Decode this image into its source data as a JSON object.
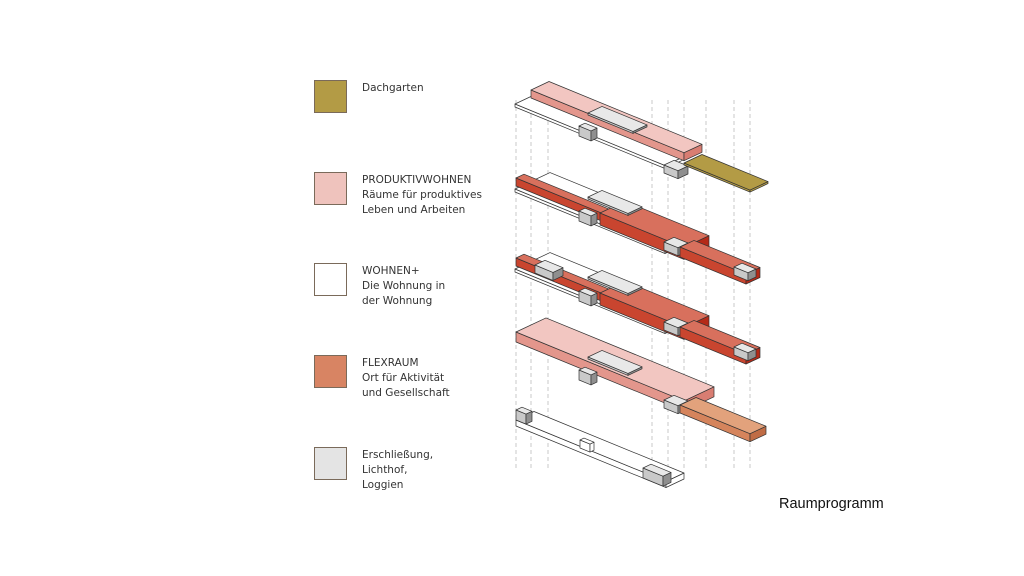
{
  "legend": [
    {
      "key": "dachgarten",
      "color": "#b39b45",
      "lines": [
        "Dachgarten"
      ]
    },
    {
      "key": "produktivwohnen",
      "color": "#efc3bd",
      "lines": [
        "PRODUKTIVWOHNEN",
        "Räume für produktives",
        "Leben und Arbeiten"
      ]
    },
    {
      "key": "wohnen-plus",
      "color": "#ffffff",
      "lines": [
        "WOHNEN+",
        "Die Wohnung in",
        "der Wohnung"
      ]
    },
    {
      "key": "flexraum",
      "color": "#d88463",
      "lines": [
        "FLEXRAUM",
        "Ort für Aktivität",
        "und Gesellschaft"
      ]
    },
    {
      "key": "erschliessung",
      "color": "#e4e4e4",
      "lines": [
        "Erschließung,",
        "Lichthof,",
        "Loggien"
      ]
    }
  ],
  "title": "Raumprogramm",
  "colors": {
    "pink_top": "#f2c6c1",
    "pink_front": "#e3968c",
    "pink_end": "#d97d72",
    "red_top": "#d8705d",
    "red_front": "#c9452f",
    "red_end": "#b52a18",
    "olive": "#b39b45",
    "gray_top": "#e8e8e8",
    "gray_front": "#c9c9c9",
    "gray_end": "#8f8f8f",
    "orange_top": "#e2a27c",
    "orange_front": "#d5845c",
    "orange_end": "#c06c45",
    "white": "#ffffff",
    "line": "#333333",
    "dash": "#bbbbbb"
  }
}
